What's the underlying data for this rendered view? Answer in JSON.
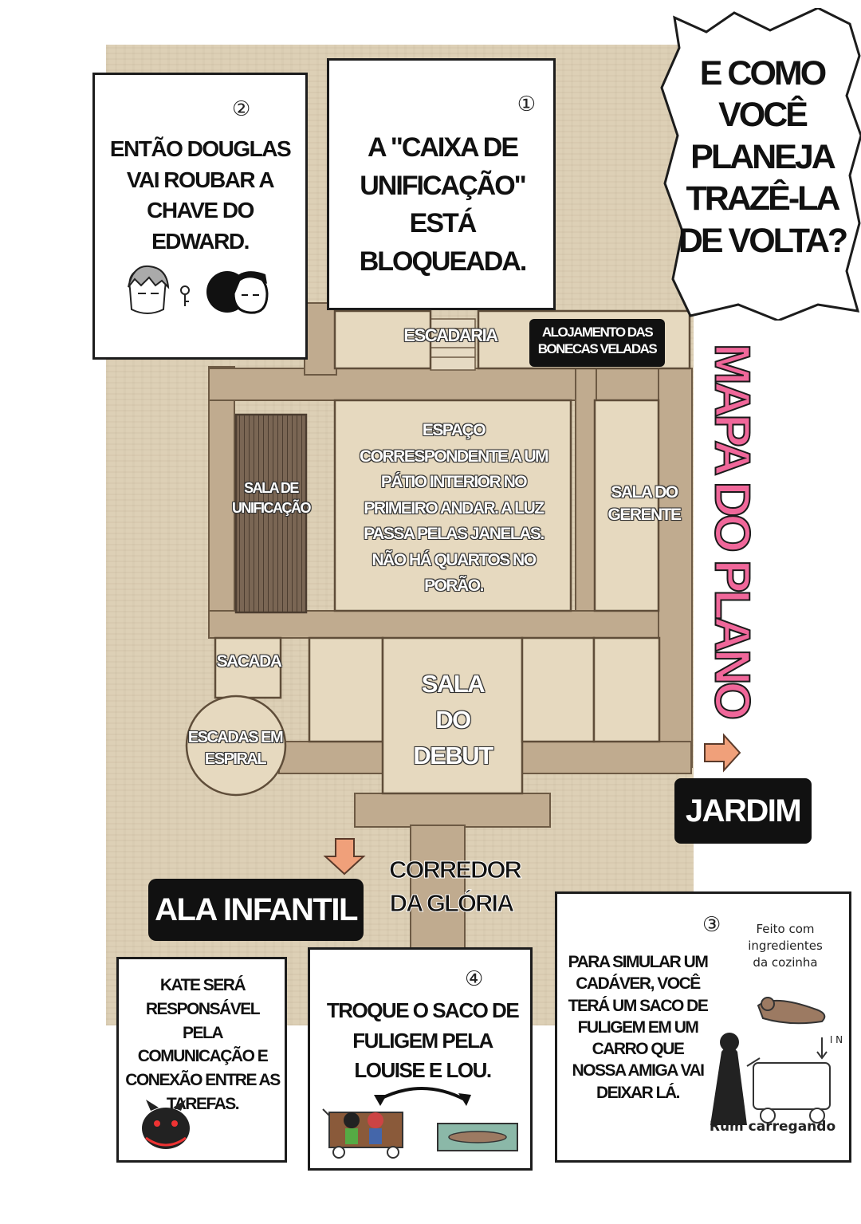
{
  "bubble": {
    "text": "E COMO VOCÊ PLANEJA TRAZÊ-LA DE VOLTA?"
  },
  "title": "MAPA DO PLANO",
  "panels": {
    "p1": {
      "number": "①",
      "text": "A \"CAIXA DE UNIFICAÇÃO\" ESTÁ BLOQUEADA."
    },
    "p2": {
      "number": "②",
      "text": "ENTÃO DOUGLAS VAI ROUBAR A CHAVE DO EDWARD."
    },
    "p3": {
      "number": "③",
      "text": "PARA SIMULAR UM CADÁVER, VOCÊ TERÁ UM SACO DE FULIGEM EM UM CARRO QUE NOSSA AMIGA VAI DEIXAR LÁ.",
      "note_top": "Feito com ingredientes da cozinha",
      "note_bottom": "Rum carregando",
      "in_label": "I N"
    },
    "p4": {
      "number": "④",
      "text": "TROQUE O SACO DE FULIGEM PELA LOUISE E LOU."
    },
    "p5": {
      "text": "KATE SERÁ RESPONSÁVEL PELA COMUNICAÇÃO E CONEXÃO ENTRE AS TAREFAS."
    }
  },
  "map": {
    "staircase": "ESCADARIA",
    "veiled_dolls": "ALOJAMENTO DAS BONECAS VELADAS",
    "courtyard": "ESPAÇO CORRESPONDENTE A UM PÁTIO INTERIOR NO PRIMEIRO ANDAR. A LUZ PASSA PELAS JANELAS. NÃO HÁ QUARTOS NO PORÃO.",
    "unification_room": "SALA DE UNIFICAÇÃO",
    "manager_room": "SALA DO GERENTE",
    "balcony": "SACADA",
    "spiral": "ESCADAS EM ESPIRAL",
    "debut": "SALA DO DEBUT",
    "garden": "JARDIM",
    "children_wing": "ALA INFANTIL",
    "glory_corridor": "CORREDOR DA GLÓRIA"
  },
  "colors": {
    "title_pink": "#f0679a",
    "parchment": "#ddd0b6",
    "corridor": "#bfaa8f",
    "arrow": "#f0a07a"
  }
}
